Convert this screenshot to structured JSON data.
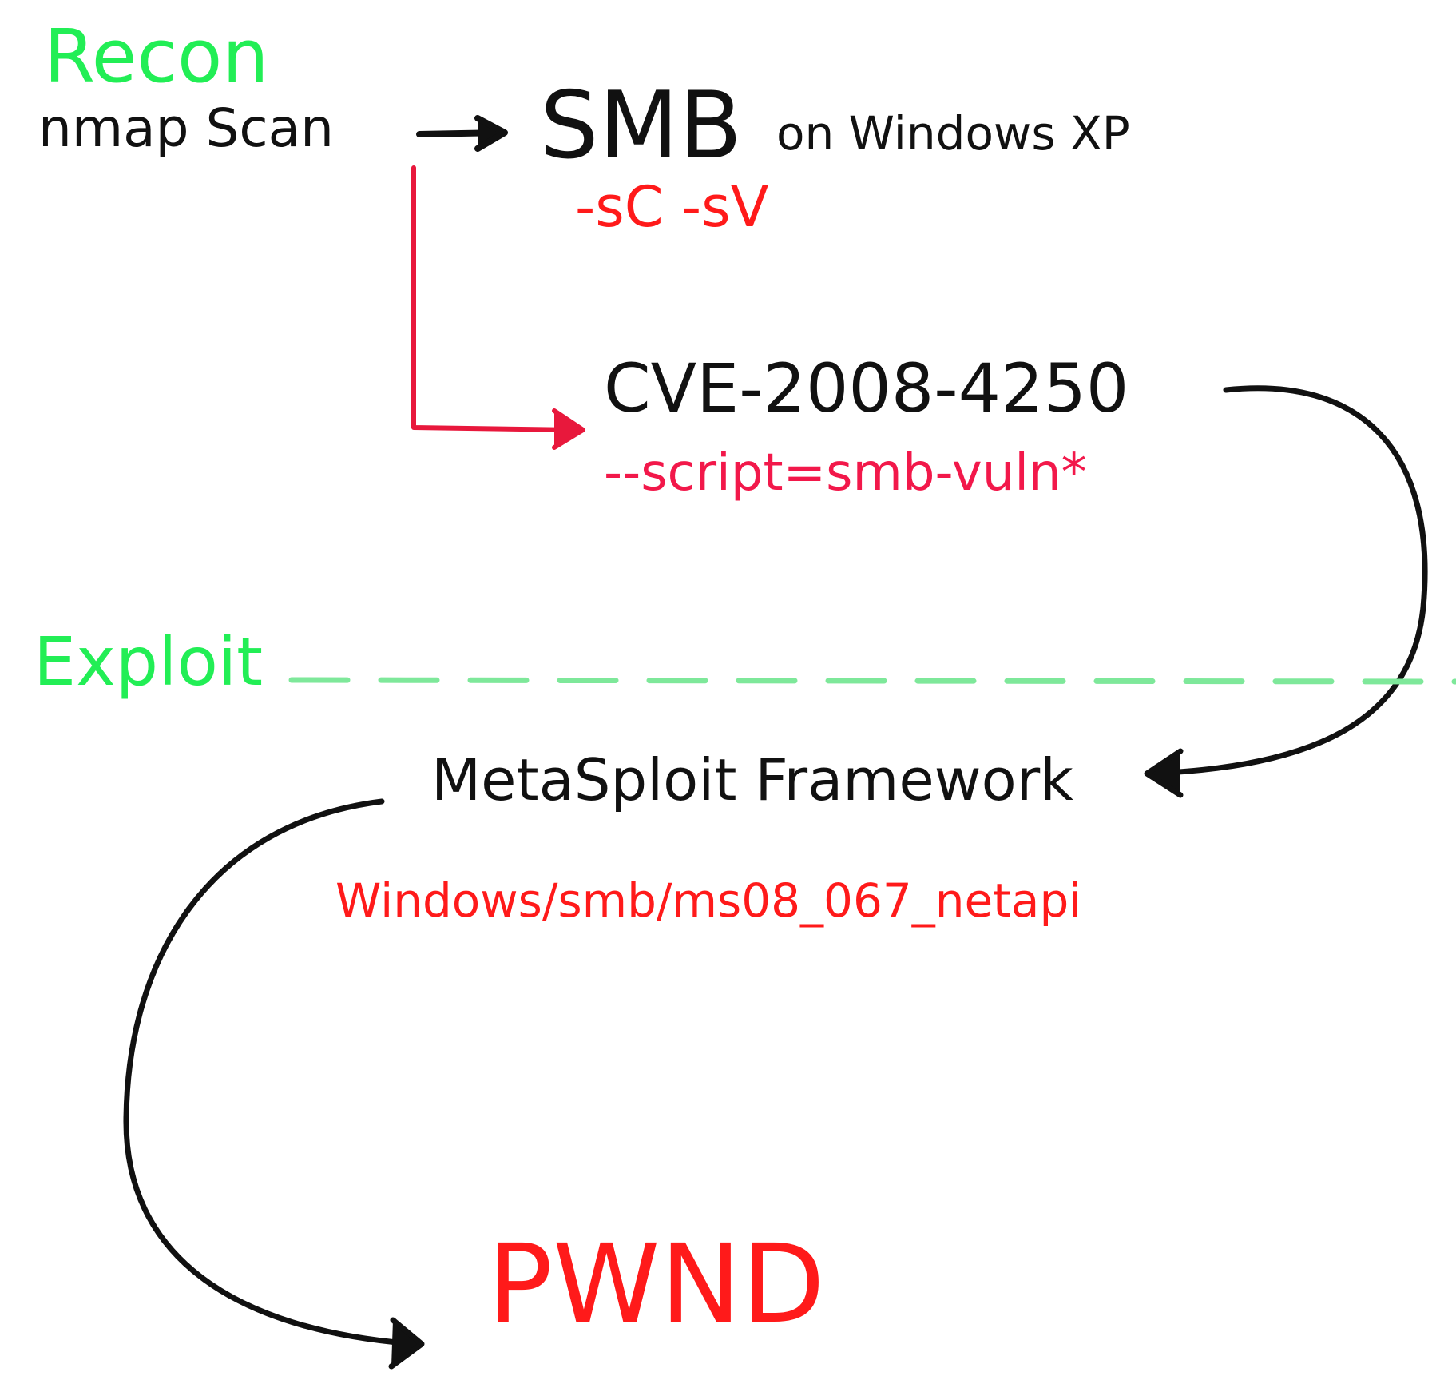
{
  "phases": {
    "recon": "Recon",
    "exploit": "Exploit"
  },
  "recon": {
    "scan": "nmap Scan",
    "service": "SMB",
    "os": "on Windows XP",
    "flags": "-sC -sV",
    "vulnerability": "CVE-2008-4250",
    "script": "--script=smb-vuln*"
  },
  "exploit": {
    "framework": "MetaSploit Framework",
    "module": "Windows/smb/ms08_067_netapi"
  },
  "result": "PWND",
  "colors": {
    "phase": "#22ee55",
    "text": "#111111",
    "command": "#f2184a",
    "highlight": "#ff1a1a",
    "arrow": "#111111",
    "branch_arrow": "#e8183c",
    "divider": "#7ee89a"
  }
}
